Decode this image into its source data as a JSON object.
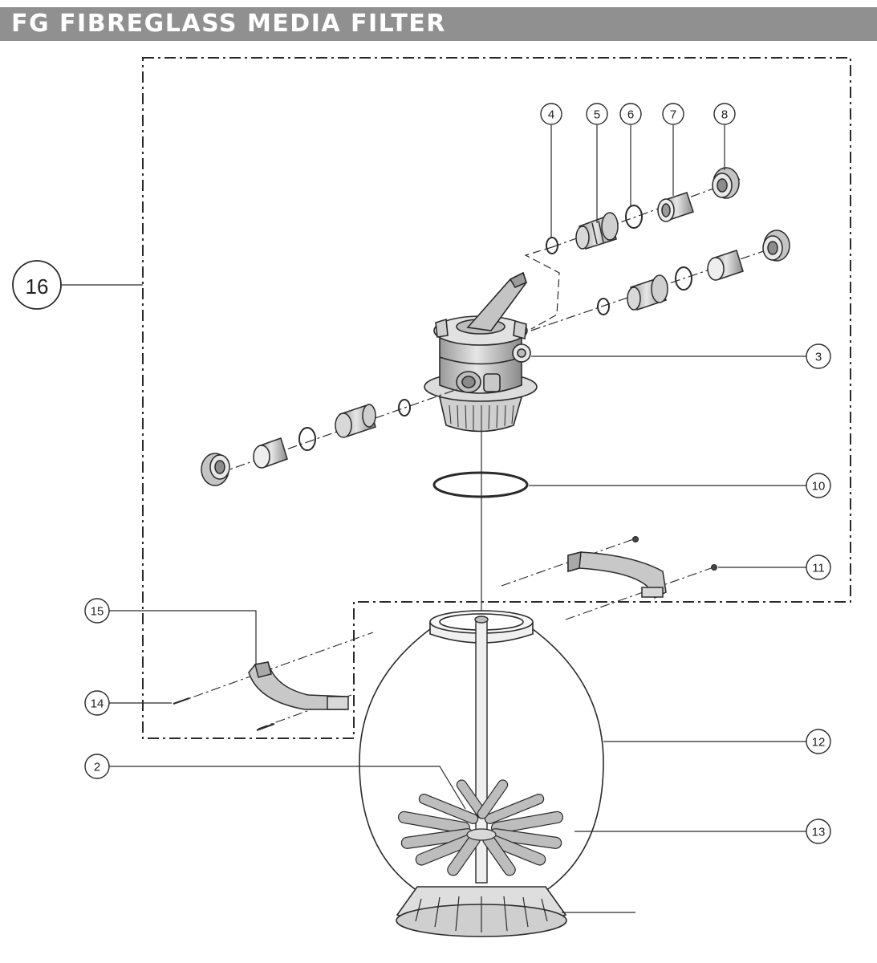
{
  "title": "FG FIBREGLASS MEDIA FILTER",
  "colors": {
    "title_bg": "#909090",
    "title_text": "#ffffff",
    "line": "#2a2a2a",
    "part_fill": "#d0d0d0"
  },
  "callouts": {
    "c2": "2",
    "c3": "3",
    "c4": "4",
    "c5": "5",
    "c6": "6",
    "c7": "7",
    "c8": "8",
    "c10": "10",
    "c11": "11",
    "c12": "12",
    "c13": "13",
    "c14": "14",
    "c15": "15",
    "c16": "16"
  }
}
